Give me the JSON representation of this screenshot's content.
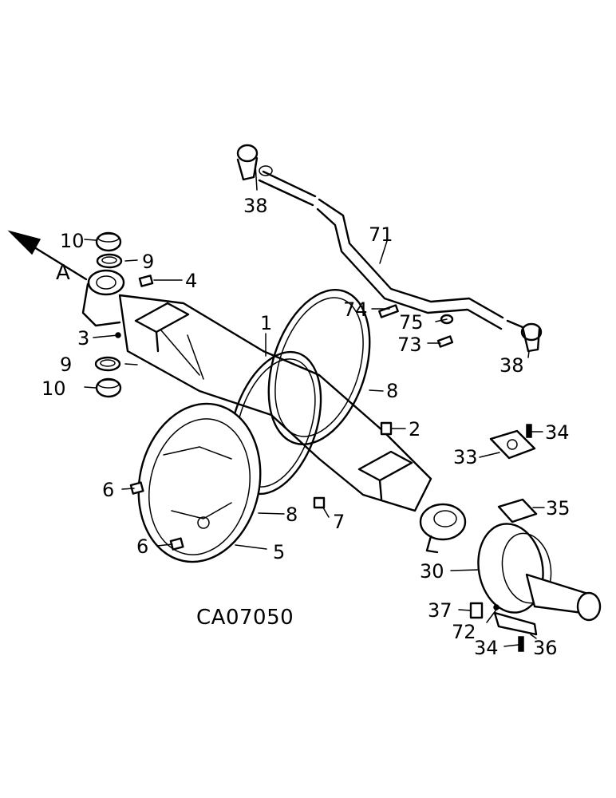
{
  "diagram_ref": "CA07050",
  "view_marker": "A",
  "callouts": {
    "c1": "1",
    "c2": "2",
    "c3": "3",
    "c4": "4",
    "c5": "5",
    "c6a": "6",
    "c6b": "6",
    "c7": "7",
    "c8a": "8",
    "c8b": "8",
    "c9a": "9",
    "c9b": "9",
    "c10a": "10",
    "c10b": "10",
    "c30": "30",
    "c33": "33",
    "c34a": "34",
    "c34b": "34",
    "c35": "35",
    "c36": "36",
    "c37": "37",
    "c38a": "38",
    "c38b": "38",
    "c71": "71",
    "c72": "72",
    "c73": "73",
    "c74": "74",
    "c75": "75"
  }
}
